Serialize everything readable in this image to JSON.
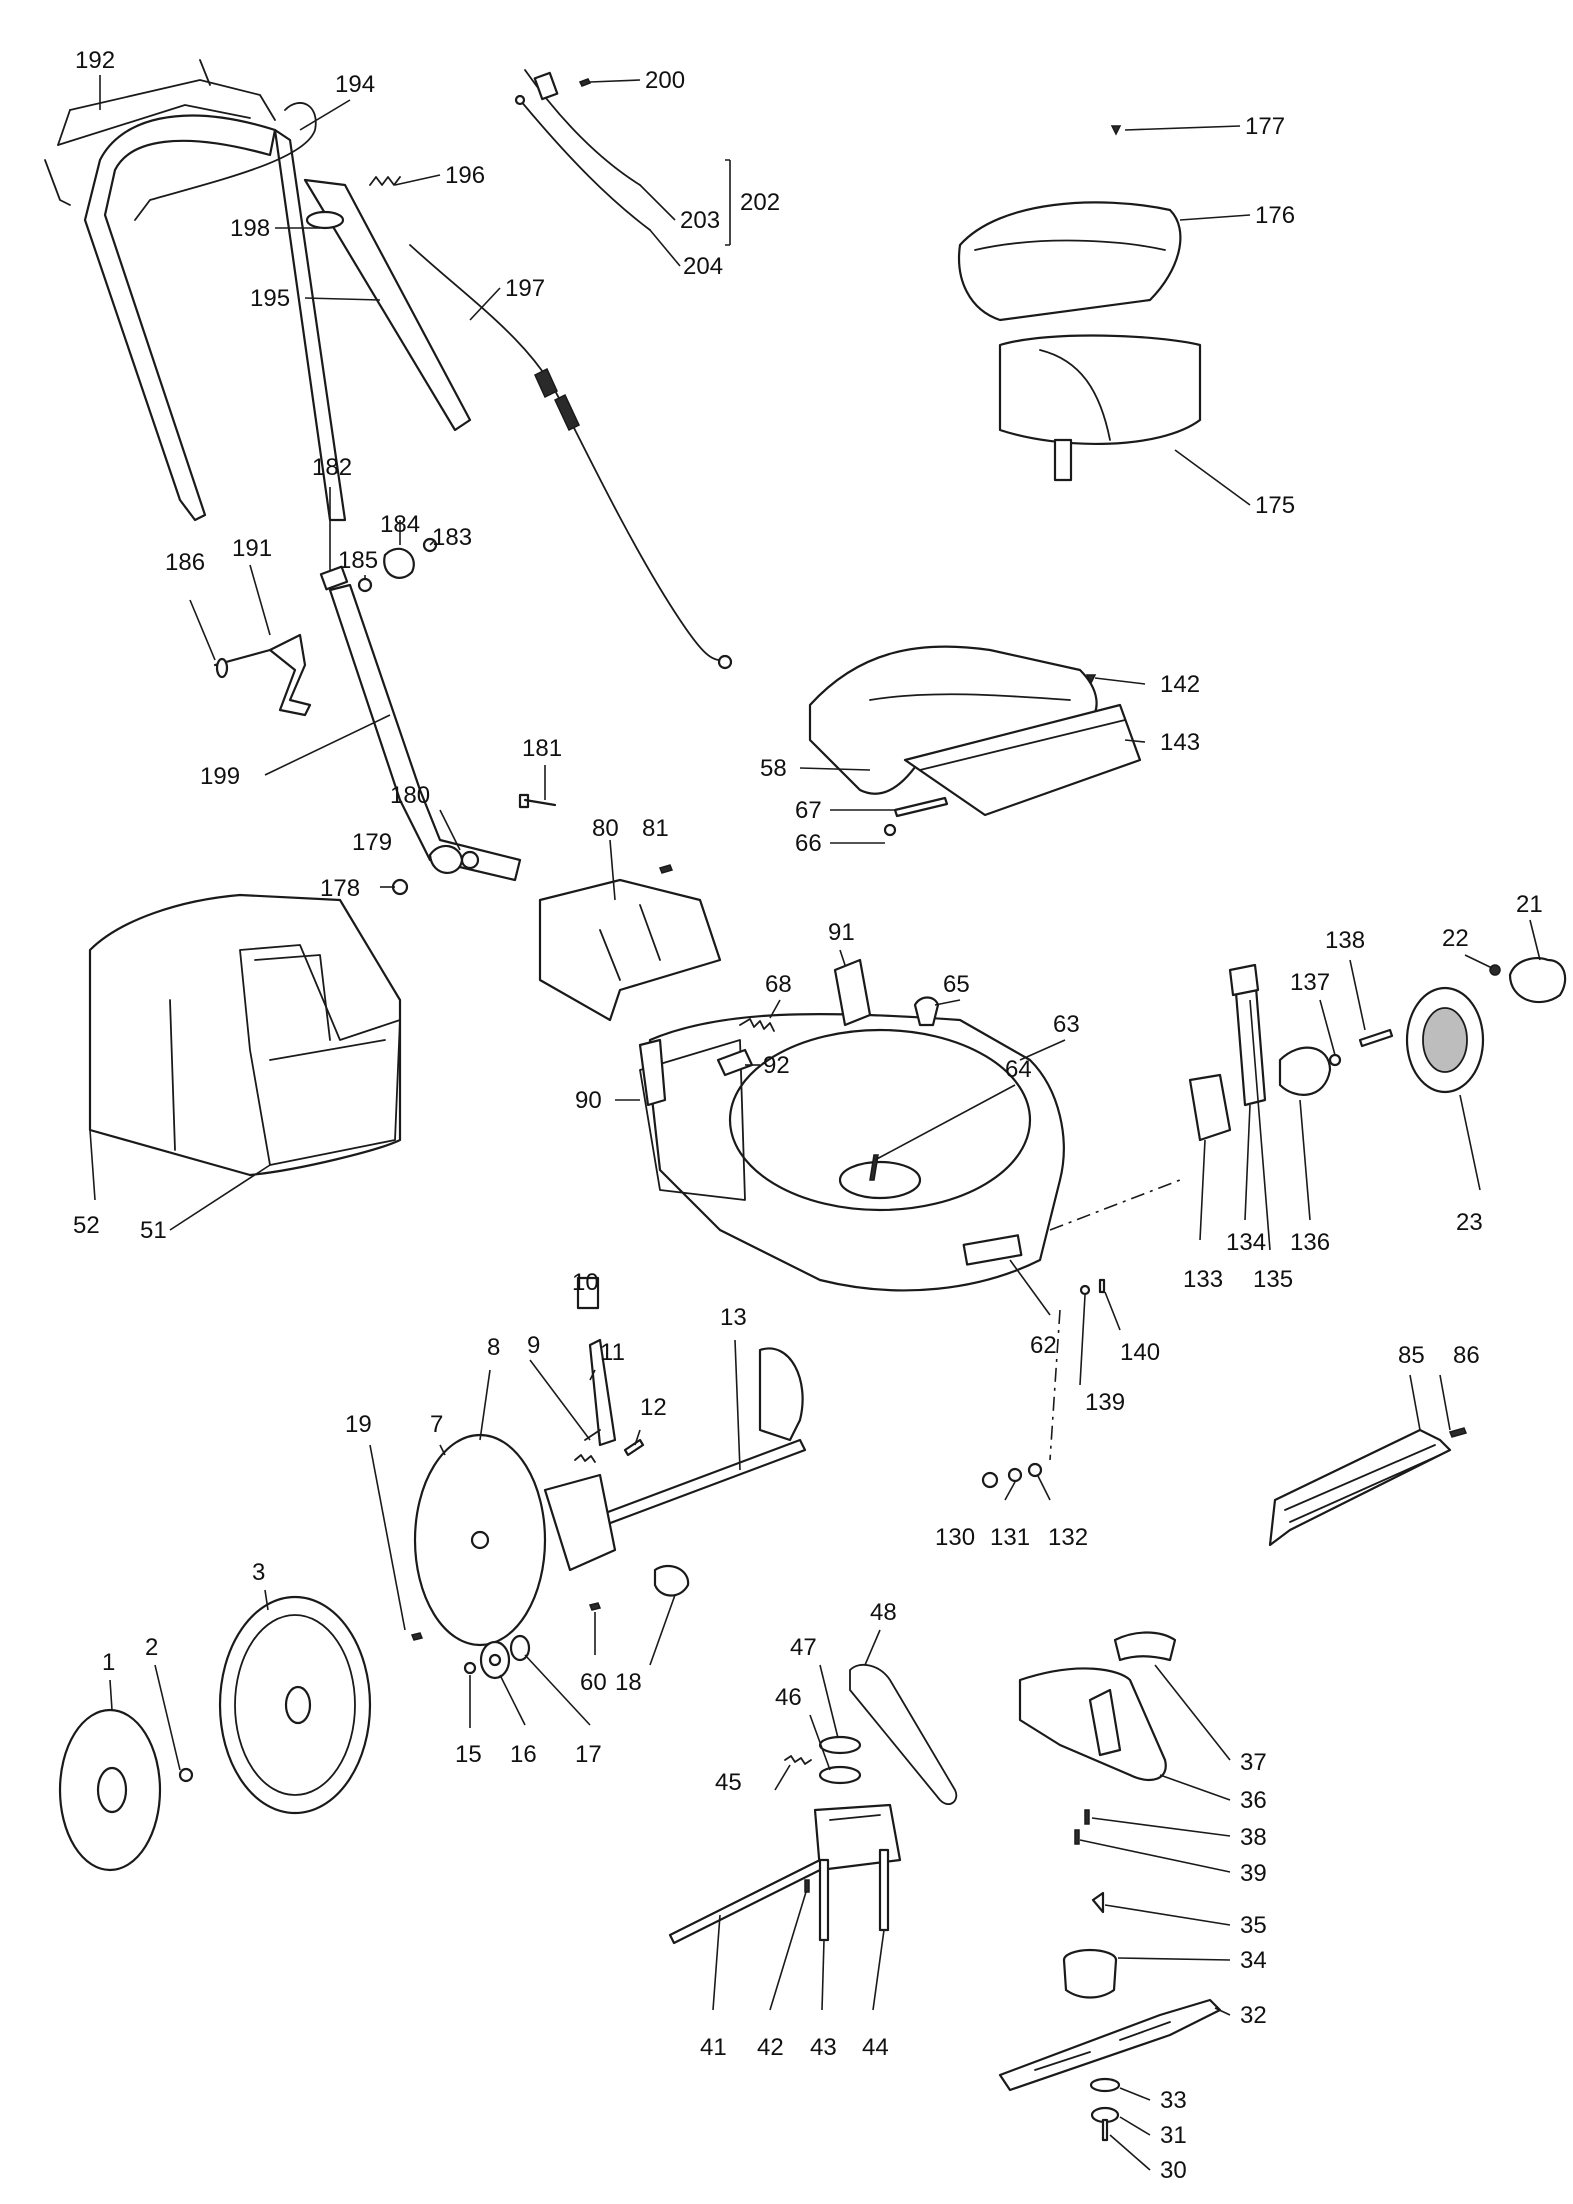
{
  "diagram": {
    "type": "exploded-parts-diagram",
    "subject": "lawn mower",
    "label_color": "#111111",
    "line_color": "#1a1a1a",
    "callouts": [
      {
        "id": "c192",
        "text": "192"
      },
      {
        "id": "c194",
        "text": "194"
      },
      {
        "id": "c196",
        "text": "196"
      },
      {
        "id": "c198",
        "text": "198"
      },
      {
        "id": "c195",
        "text": "195"
      },
      {
        "id": "c197",
        "text": "197"
      },
      {
        "id": "c200",
        "text": "200"
      },
      {
        "id": "c202",
        "text": "202"
      },
      {
        "id": "c203",
        "text": "203"
      },
      {
        "id": "c204",
        "text": "204"
      },
      {
        "id": "c177",
        "text": "177"
      },
      {
        "id": "c176",
        "text": "176"
      },
      {
        "id": "c175",
        "text": "175"
      },
      {
        "id": "c182",
        "text": "182"
      },
      {
        "id": "c184",
        "text": "184"
      },
      {
        "id": "c183",
        "text": "183"
      },
      {
        "id": "c185",
        "text": "185"
      },
      {
        "id": "c186",
        "text": "186"
      },
      {
        "id": "c191",
        "text": "191"
      },
      {
        "id": "c199",
        "text": "199"
      },
      {
        "id": "c181",
        "text": "181"
      },
      {
        "id": "c180",
        "text": "180"
      },
      {
        "id": "c179",
        "text": "179"
      },
      {
        "id": "c178",
        "text": "178"
      },
      {
        "id": "c80",
        "text": "80"
      },
      {
        "id": "c81",
        "text": "81"
      },
      {
        "id": "c142",
        "text": "142"
      },
      {
        "id": "c143",
        "text": "143"
      },
      {
        "id": "c58",
        "text": "58"
      },
      {
        "id": "c67",
        "text": "67"
      },
      {
        "id": "c66",
        "text": "66"
      },
      {
        "id": "c91",
        "text": "91"
      },
      {
        "id": "c68",
        "text": "68"
      },
      {
        "id": "c65",
        "text": "65"
      },
      {
        "id": "c63",
        "text": "63"
      },
      {
        "id": "c64",
        "text": "64"
      },
      {
        "id": "c90",
        "text": "90"
      },
      {
        "id": "c92",
        "text": "92"
      },
      {
        "id": "c62",
        "text": "62"
      },
      {
        "id": "c52",
        "text": "52"
      },
      {
        "id": "c51",
        "text": "51"
      },
      {
        "id": "c138",
        "text": "138"
      },
      {
        "id": "c137",
        "text": "137"
      },
      {
        "id": "c22",
        "text": "22"
      },
      {
        "id": "c21",
        "text": "21"
      },
      {
        "id": "c23",
        "text": "23"
      },
      {
        "id": "c133",
        "text": "133"
      },
      {
        "id": "c134",
        "text": "134"
      },
      {
        "id": "c135",
        "text": "135"
      },
      {
        "id": "c136",
        "text": "136"
      },
      {
        "id": "c140",
        "text": "140"
      },
      {
        "id": "c139",
        "text": "139"
      },
      {
        "id": "c85",
        "text": "85"
      },
      {
        "id": "c86",
        "text": "86"
      },
      {
        "id": "c130",
        "text": "130"
      },
      {
        "id": "c131",
        "text": "131"
      },
      {
        "id": "c132",
        "text": "132"
      },
      {
        "id": "c10",
        "text": "10"
      },
      {
        "id": "c8",
        "text": "8"
      },
      {
        "id": "c9",
        "text": "9"
      },
      {
        "id": "c11",
        "text": "11"
      },
      {
        "id": "c12",
        "text": "12"
      },
      {
        "id": "c13",
        "text": "13"
      },
      {
        "id": "c19",
        "text": "19"
      },
      {
        "id": "c7",
        "text": "7"
      },
      {
        "id": "c3",
        "text": "3"
      },
      {
        "id": "c1",
        "text": "1"
      },
      {
        "id": "c2",
        "text": "2"
      },
      {
        "id": "c15",
        "text": "15"
      },
      {
        "id": "c16",
        "text": "16"
      },
      {
        "id": "c17",
        "text": "17"
      },
      {
        "id": "c60",
        "text": "60"
      },
      {
        "id": "c18",
        "text": "18"
      },
      {
        "id": "c48",
        "text": "48"
      },
      {
        "id": "c47",
        "text": "47"
      },
      {
        "id": "c46",
        "text": "46"
      },
      {
        "id": "c45",
        "text": "45"
      },
      {
        "id": "c41",
        "text": "41"
      },
      {
        "id": "c42",
        "text": "42"
      },
      {
        "id": "c43",
        "text": "43"
      },
      {
        "id": "c44",
        "text": "44"
      },
      {
        "id": "c37",
        "text": "37"
      },
      {
        "id": "c36",
        "text": "36"
      },
      {
        "id": "c38",
        "text": "38"
      },
      {
        "id": "c39",
        "text": "39"
      },
      {
        "id": "c35",
        "text": "35"
      },
      {
        "id": "c34",
        "text": "34"
      },
      {
        "id": "c32",
        "text": "32"
      },
      {
        "id": "c33",
        "text": "33"
      },
      {
        "id": "c31",
        "text": "31"
      },
      {
        "id": "c30",
        "text": "30"
      }
    ]
  }
}
